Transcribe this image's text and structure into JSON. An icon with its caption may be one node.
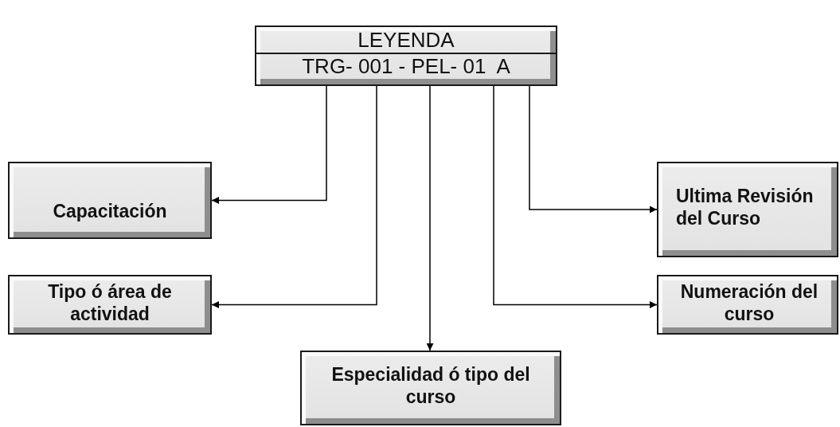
{
  "diagram": {
    "nodes": [
      {
        "text": [
          "LEYENDA",
          "TRG- 001 - PEL- 01  A"
        ]
      },
      {
        "text": [
          "Capacitación"
        ]
      },
      {
        "text": [
          "Ultima Revisión del Curso"
        ]
      },
      {
        "text": [
          "Tipo ó área de actividad"
        ]
      },
      {
        "text": [
          "Numeración del curso"
        ]
      },
      {
        "text": [
          "Especialidad ó tipo del curso"
        ]
      }
    ],
    "edges": [
      {
        "from": 0,
        "to": 1,
        "arrow": "to"
      },
      {
        "from": 0,
        "to": 3,
        "arrow": "to"
      },
      {
        "from": 0,
        "to": 5,
        "arrow": "to"
      },
      {
        "from": 0,
        "to": 4,
        "arrow": "to"
      },
      {
        "from": 0,
        "to": 2,
        "arrow": "to"
      }
    ]
  }
}
